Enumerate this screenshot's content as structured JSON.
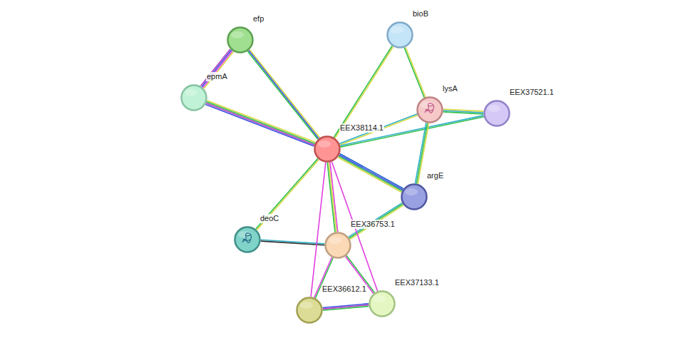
{
  "diagram": {
    "nodes": [
      {
        "text": [
          "efp"
        ]
      },
      {
        "text": [
          "bioB"
        ]
      },
      {
        "text": [
          "epmA"
        ]
      },
      {
        "text": [
          "lysA"
        ]
      },
      {
        "text": [
          "EEX37521.1"
        ]
      },
      {
        "text": [
          "EEX38114.1"
        ]
      },
      {
        "text": [
          "argE"
        ]
      },
      {
        "text": [
          "deoC"
        ]
      },
      {
        "text": [
          "EEX36753.1"
        ]
      },
      {
        "text": [
          "EEX37133.1"
        ]
      },
      {
        "text": [
          "EEX36612.1"
        ]
      }
    ],
    "edges": [
      {
        "from": 0,
        "to": 2,
        "arrow": "none"
      },
      {
        "from": 0,
        "to": 5,
        "arrow": "none"
      },
      {
        "from": 2,
        "to": 5,
        "arrow": "none"
      },
      {
        "from": 1,
        "to": 5,
        "arrow": "none"
      },
      {
        "from": 1,
        "to": 3,
        "arrow": "none"
      },
      {
        "from": 3,
        "to": 5,
        "arrow": "none"
      },
      {
        "from": 4,
        "to": 3,
        "arrow": "none"
      },
      {
        "from": 4,
        "to": 5,
        "arrow": "none"
      },
      {
        "from": 3,
        "to": 6,
        "arrow": "none"
      },
      {
        "from": 6,
        "to": 5,
        "arrow": "none"
      },
      {
        "from": 6,
        "to": 8,
        "arrow": "none"
      },
      {
        "from": 5,
        "to": 7,
        "arrow": "none"
      },
      {
        "from": 7,
        "to": 8,
        "arrow": "none"
      },
      {
        "from": 5,
        "to": 8,
        "arrow": "none"
      },
      {
        "from": 5,
        "to": 10,
        "arrow": "none"
      },
      {
        "from": 5,
        "to": 9,
        "arrow": "none"
      },
      {
        "from": 8,
        "to": 10,
        "arrow": "none"
      },
      {
        "from": 8,
        "to": 9,
        "arrow": "none"
      },
      {
        "from": 10,
        "to": 9,
        "arrow": "none"
      }
    ]
  }
}
